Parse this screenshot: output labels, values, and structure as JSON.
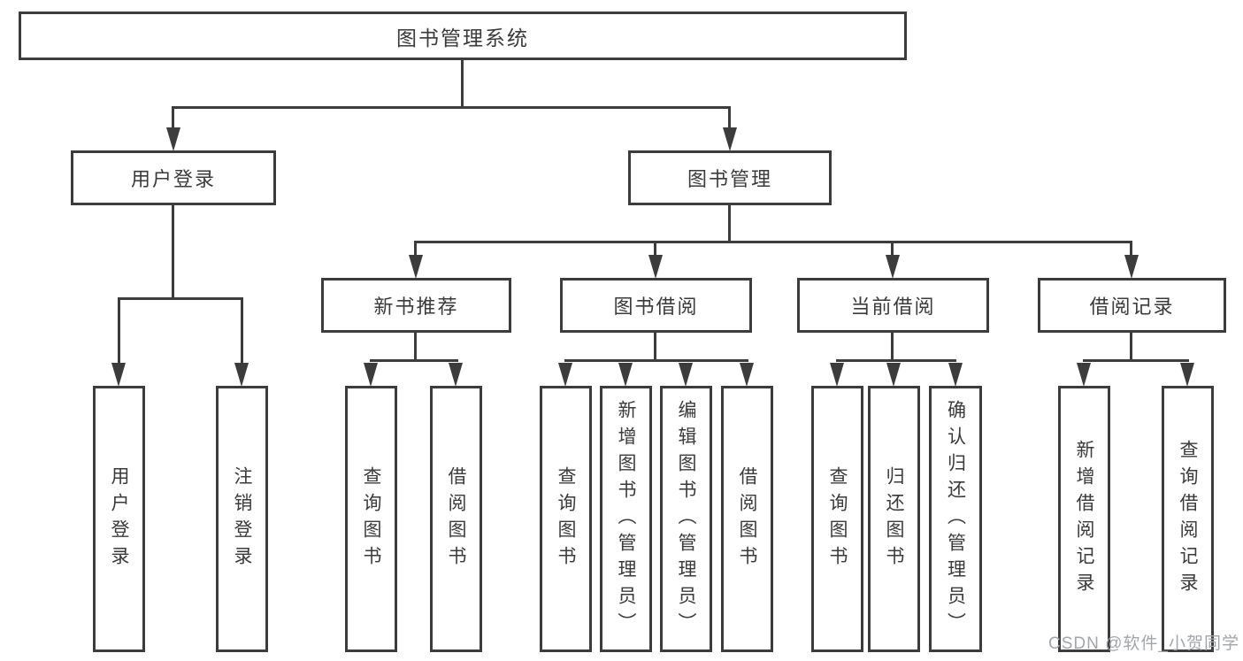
{
  "diagram": {
    "root": {
      "label": "图书管理系统"
    },
    "level2": [
      {
        "label": "用户登录"
      },
      {
        "label": "图书管理"
      }
    ],
    "level3": [
      {
        "label": "新书推荐"
      },
      {
        "label": "图书借阅"
      },
      {
        "label": "当前借阅"
      },
      {
        "label": "借阅记录"
      }
    ],
    "leaves": [
      {
        "label": "用户登录"
      },
      {
        "label": "注销登录"
      },
      {
        "label": "查询图书"
      },
      {
        "label": "借阅图书"
      },
      {
        "label": "查询图书"
      },
      {
        "label": "新增图书（管理员）"
      },
      {
        "label": "编辑图书（管理员）"
      },
      {
        "label": "借阅图书"
      },
      {
        "label": "查询图书"
      },
      {
        "label": "归还图书"
      },
      {
        "label": "确认归还（管理员）"
      },
      {
        "label": "新增借阅记录"
      },
      {
        "label": "查询借阅记录"
      }
    ]
  },
  "watermark": {
    "text": "CSDN @软件_小贺同学"
  },
  "colors": {
    "line": "#3c3c3c",
    "text": "#3a3a3a",
    "background": "#ffffff",
    "watermark": "#a2a6aa"
  }
}
